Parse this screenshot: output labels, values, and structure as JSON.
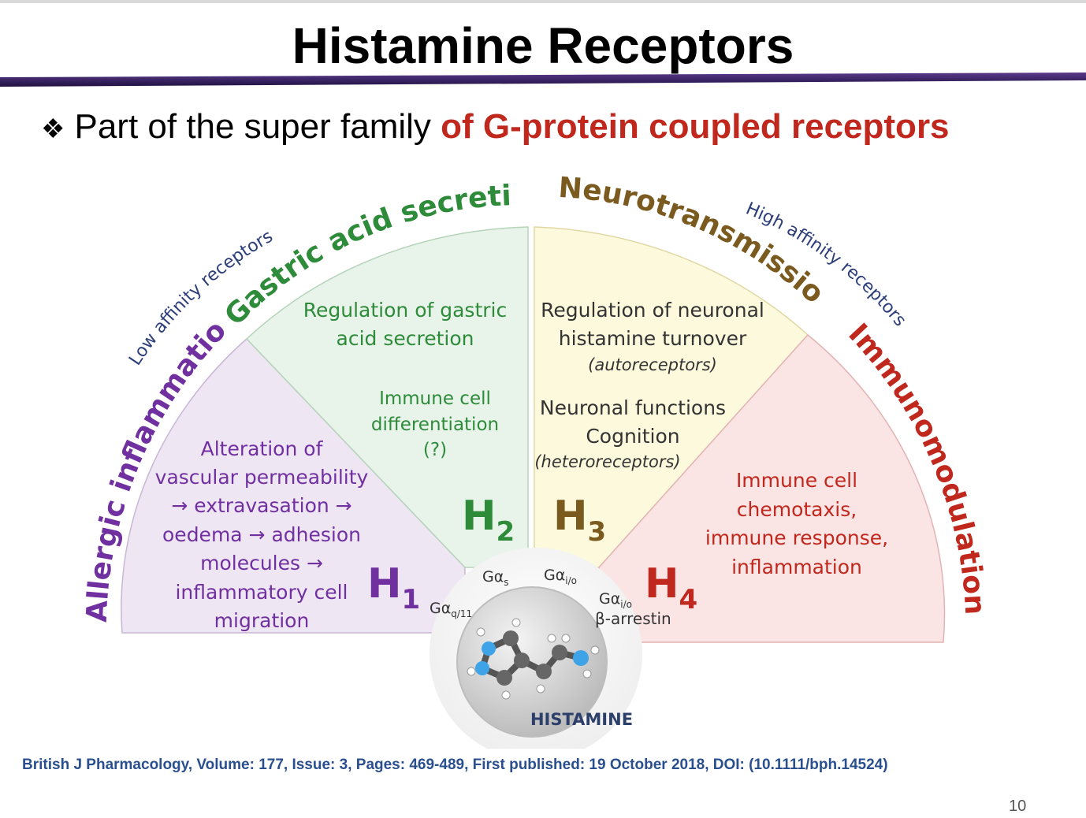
{
  "slide": {
    "title": "Histamine Receptors",
    "bullet_marker": "❖",
    "bullet_plain": "Part of the super family ",
    "bullet_highlight": "of G-protein coupled receptors",
    "citation": "British J Pharmacology,  Volume: 177, Issue: 3, Pages: 469-489, First published: 19 October 2018, DOI: (10.1111/bph.14524)",
    "page_number": "10"
  },
  "colors": {
    "bar_dark": "#1f1140",
    "bar_light": "#5a3a8c",
    "h1": "#7030a0",
    "h2": "#2e8b3a",
    "h3": "#7a5a1e",
    "h4": "#c0281e",
    "low_high_labels": "#2c3e7a",
    "body_text": "#404040"
  },
  "arc_labels": {
    "low_affinity": "Low affinity receptors",
    "high_affinity": "High affinity receptors",
    "allergic": "Allergic inflammation",
    "gastric": "Gastric acid secretion",
    "neuro": "Neurotransmission",
    "immuno": "Immunomodulation"
  },
  "h1": {
    "label": "H",
    "sub": "1",
    "coupling": "Gα",
    "coupling_sub": "q/11",
    "lines": [
      "Alteration of",
      "vascular permeability",
      "→ extravasation →",
      "oedema → adhesion",
      "molecules →",
      "inflammatory cell",
      "migration"
    ]
  },
  "h2": {
    "label": "H",
    "sub": "2",
    "coupling": "Gα",
    "coupling_sub": "s",
    "lines_a": [
      "Regulation of gastric",
      "acid secretion"
    ],
    "lines_b": [
      "Immune cell",
      "differentiation",
      "(?)"
    ]
  },
  "h3": {
    "label": "H",
    "sub": "3",
    "coupling": "Gα",
    "coupling_sub": "i/o",
    "lines_a": [
      "Regulation of neuronal",
      "histamine turnover"
    ],
    "note_a": "(autoreceptors)",
    "lines_b": [
      "Neuronal functions",
      "Cognition"
    ],
    "note_b": "(heteroreceptors)"
  },
  "h4": {
    "label": "H",
    "sub": "4",
    "coupling": "Gα",
    "coupling_sub": "i/o",
    "coupling_extra": "β-arrestin",
    "lines": [
      "Immune cell",
      "chemotaxis,",
      "immune response,",
      "inflammation"
    ]
  },
  "center": {
    "label": "HISTAMINE"
  }
}
